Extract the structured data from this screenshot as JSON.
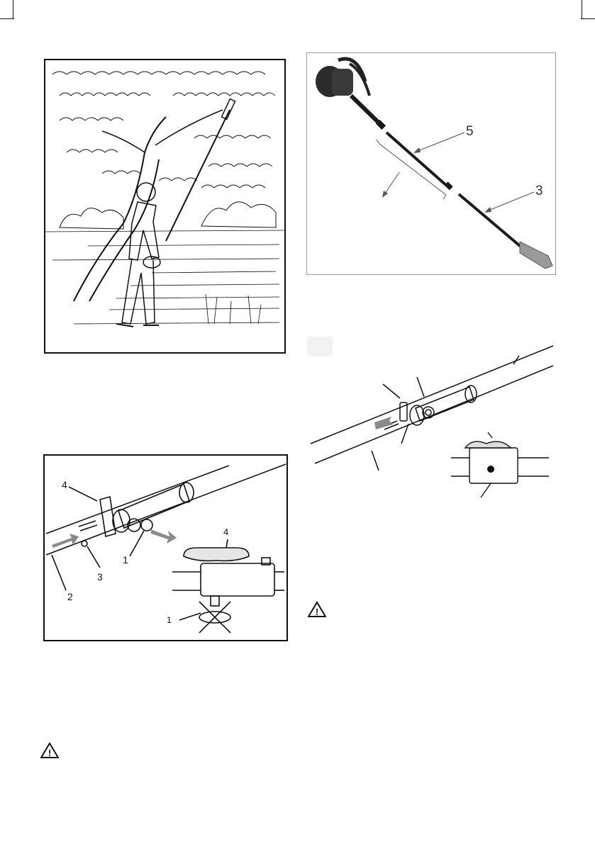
{
  "figures": {
    "operator_scene": {
      "icon": "operator-pruning-tree-illustration"
    },
    "pole_saw_photo": {
      "labels": [
        "5",
        "3"
      ]
    },
    "shaft_joint_detail_a": {
      "labels": [
        "4",
        "1",
        "3",
        "2",
        "4",
        "1"
      ]
    },
    "shaft_joint_detail_b": {
      "labels": []
    }
  },
  "warnings": [
    {
      "icon": "warning-triangle-icon",
      "symbol": "!"
    },
    {
      "icon": "warning-triangle-icon",
      "symbol": "!"
    }
  ],
  "colors": {
    "line": "#111111",
    "arrow": "#8a8a8a",
    "photo_shaft": "#1a1a1a",
    "engine": "#2b2b2b"
  }
}
